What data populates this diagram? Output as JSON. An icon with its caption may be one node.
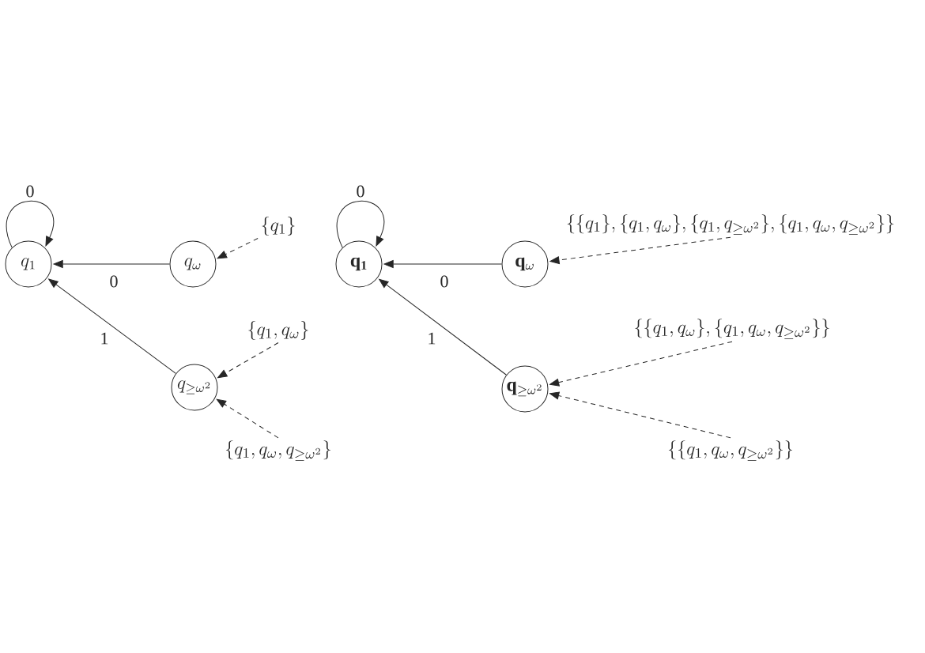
{
  "diagram": {
    "nodes": [
      {
        "text": [
          "q_1"
        ]
      },
      {
        "text": [
          "q_\\omega"
        ]
      },
      {
        "text": [
          "q_{\\geq\\omega^2}"
        ]
      },
      {
        "text": [
          "\\{q_1\\}"
        ]
      },
      {
        "text": [
          "\\{q_1, q_\\omega\\}"
        ]
      },
      {
        "text": [
          "\\{q_1, q_\\omega, q_{\\geq\\omega^2}\\}"
        ]
      },
      {
        "text": [
          "\\mathbf{q_1}"
        ]
      },
      {
        "text": [
          "\\mathbf{q}_\\omega"
        ]
      },
      {
        "text": [
          "\\mathbf{q}_{\\geq\\omega^2}"
        ]
      },
      {
        "text": [
          "\\{\\{q_1\\}, \\{q_1, q_\\omega\\}, \\{q_1, q_{\\geq\\omega^2}\\}, \\{q_1, q_\\omega, q_{\\geq\\omega^2}\\}\\}"
        ]
      },
      {
        "text": [
          "\\{\\{q_1, q_\\omega\\}, \\{q_1, q_\\omega, q_{\\geq\\omega^2}\\}\\}"
        ]
      },
      {
        "text": [
          "\\{\\{q_1, q_\\omega, q_{\\geq\\omega^2}\\}\\}"
        ]
      }
    ],
    "edges": [
      {
        "from": 0,
        "to": 0,
        "arrow": "to",
        "label": "0"
      },
      {
        "from": 1,
        "to": 0,
        "arrow": "to",
        "label": "0"
      },
      {
        "from": 2,
        "to": 0,
        "arrow": "to",
        "label": "1"
      },
      {
        "from": 3,
        "to": 1,
        "arrow": "to",
        "style": "dashed"
      },
      {
        "from": 4,
        "to": 2,
        "arrow": "to",
        "style": "dashed"
      },
      {
        "from": 5,
        "to": 2,
        "arrow": "to",
        "style": "dashed"
      },
      {
        "from": 6,
        "to": 6,
        "arrow": "to",
        "label": "0"
      },
      {
        "from": 7,
        "to": 6,
        "arrow": "to",
        "label": "0"
      },
      {
        "from": 8,
        "to": 6,
        "arrow": "to",
        "label": "1"
      },
      {
        "from": 9,
        "to": 7,
        "arrow": "to",
        "style": "dashed"
      },
      {
        "from": 10,
        "to": 8,
        "arrow": "to",
        "style": "dashed"
      },
      {
        "from": 11,
        "to": 8,
        "arrow": "to",
        "style": "dashed"
      }
    ]
  }
}
